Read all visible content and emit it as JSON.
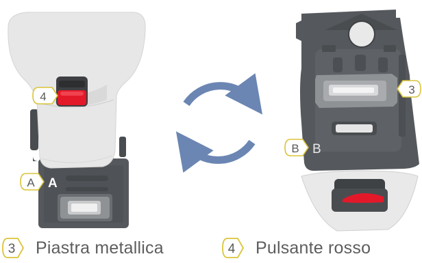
{
  "callouts": {
    "piastra_number": "3",
    "pulsante_number": "4",
    "letter_a": "A",
    "letter_b": "B"
  },
  "inline_labels": {
    "a_text": "A",
    "b_text": "B"
  },
  "legend": [
    {
      "number": "3",
      "text": "Piastra metallica"
    },
    {
      "number": "4",
      "text": "Pulsante rosso"
    }
  ],
  "colors": {
    "callout_border": "#d9c43a",
    "callout_text": "#5a5a5a",
    "dark_plate": "#55585c",
    "light_cover": "#e7e7e7",
    "red_button": "#e3192a",
    "arrow_blue": "#6b86b3"
  },
  "icons": [
    "rotate-arrows-icon"
  ]
}
